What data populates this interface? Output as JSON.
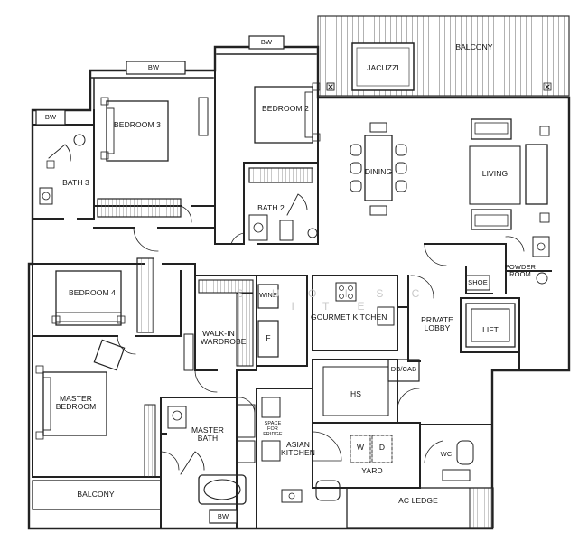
{
  "rooms": {
    "balcony_top": "BALCONY",
    "jacuzzi": "JACUZZI",
    "bw_top_center": "BW",
    "bw_top_left": "BW",
    "bw_left": "BW",
    "bedroom2": "BEDROOM 2",
    "bedroom3": "BEDROOM 3",
    "bath3": "BATH 3",
    "bath2": "BATH 2",
    "dining": "DINING",
    "living": "LIVING",
    "powder_room": "POWDER ROOM",
    "shoe": "SHOE",
    "private_lobby": "PRIVATE LOBBY",
    "lift": "LIFT",
    "bedroom4": "BEDROOM 4",
    "gourmet_kitchen": "GOURMET KITCHEN",
    "wine": "WINE",
    "fridge": "F",
    "walk_in_wardrobe": "WALK-IN WARDROBE",
    "db_cab": "DB/CAB",
    "hs": "HS",
    "master_bedroom": "MASTER BEDROOM",
    "master_bath": "MASTER BATH",
    "space_for_fridge": "SPACE FOR FRIDGE",
    "asian_kitchen": "ASIAN KITCHEN",
    "washer": "W",
    "dryer": "D",
    "yard": "YARD",
    "wc": "WC",
    "balcony_bottom": "BALCONY",
    "ac_ledge": "AC LEDGE",
    "bw_bottom": "BW"
  },
  "watermark": "S U O I S C I T E"
}
